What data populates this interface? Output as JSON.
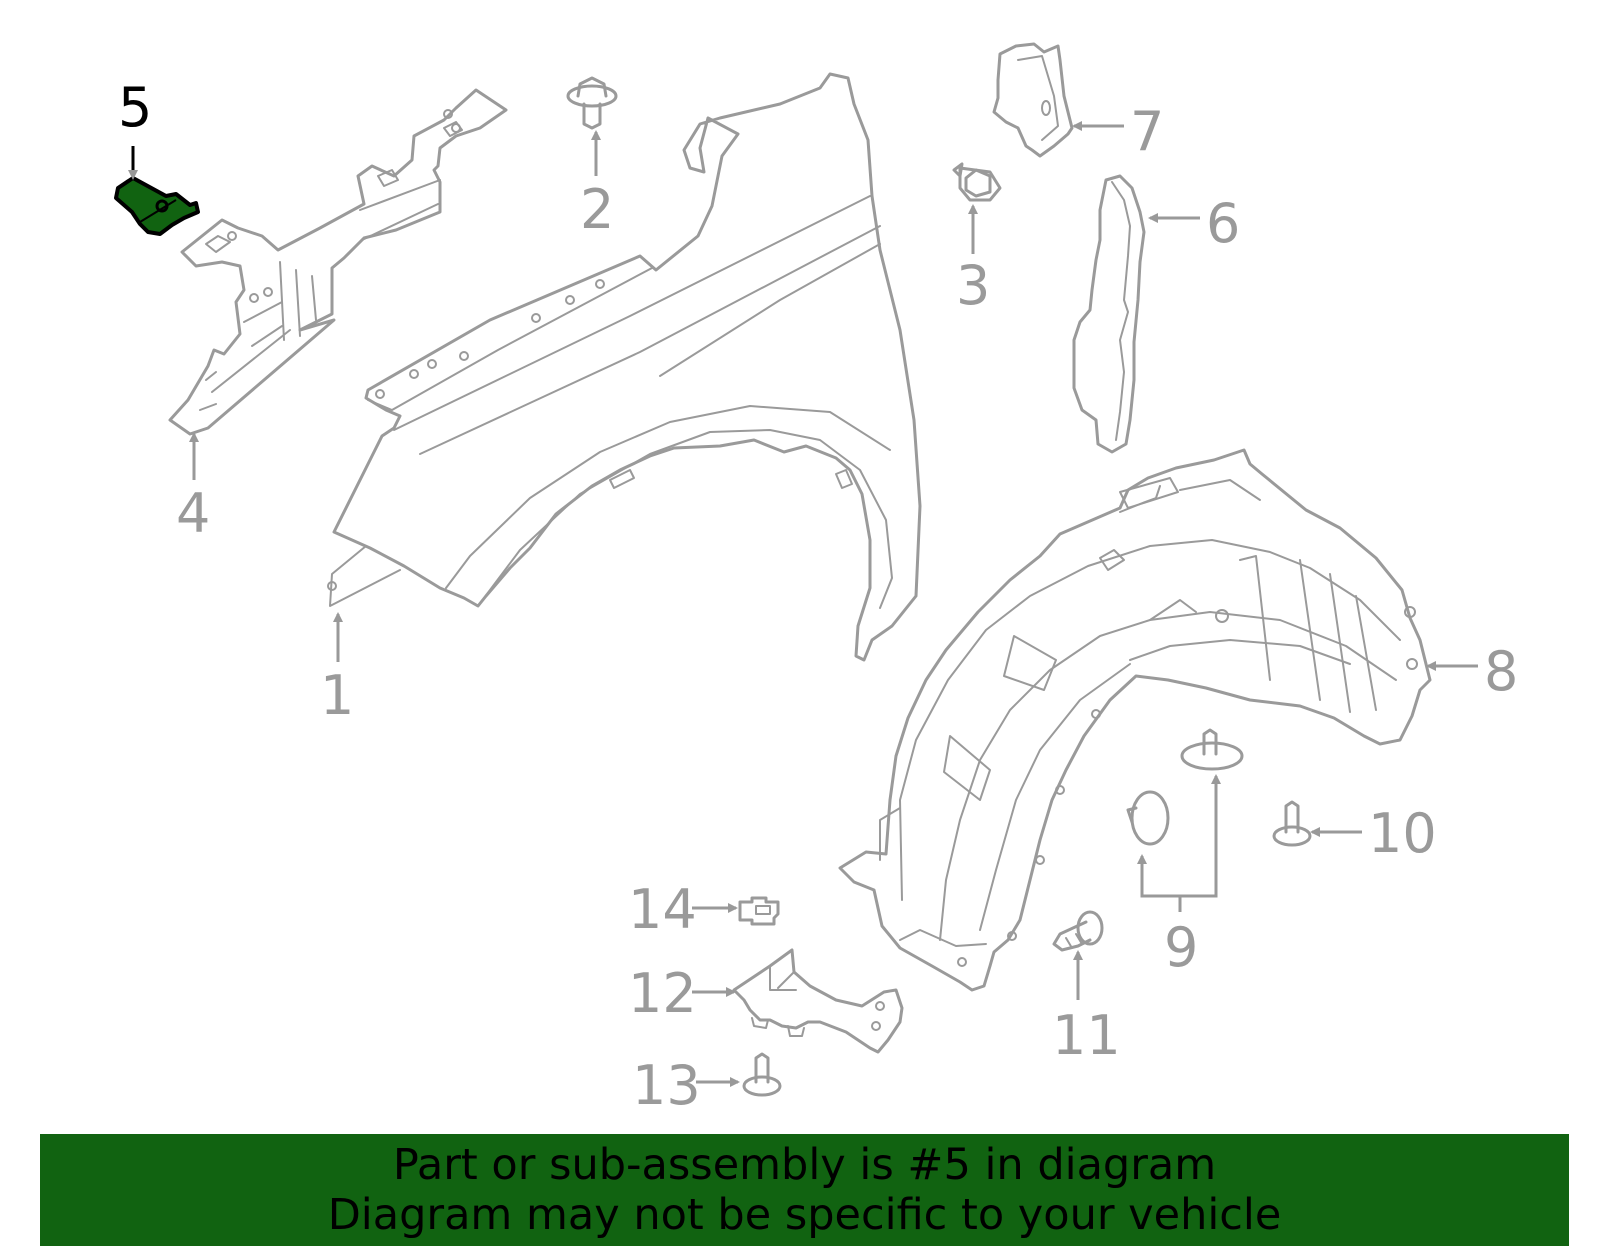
{
  "colors": {
    "highlight": "#116311",
    "highlight_outline": "#000000",
    "part_stroke": "#9a9a9a",
    "banner_background": "#116311",
    "banner_text": "#000000"
  },
  "callouts": {
    "c1": "1",
    "c2": "2",
    "c3": "3",
    "c4": "4",
    "c5": "5",
    "c6": "6",
    "c7": "7",
    "c8": "8",
    "c9": "9",
    "c10": "10",
    "c11": "11",
    "c12": "12",
    "c13": "13",
    "c14": "14"
  },
  "highlighted_part": "5",
  "banner": {
    "line1": "Part or sub-assembly is #5 in diagram",
    "line2": "Diagram may not be specific to your vehicle"
  }
}
